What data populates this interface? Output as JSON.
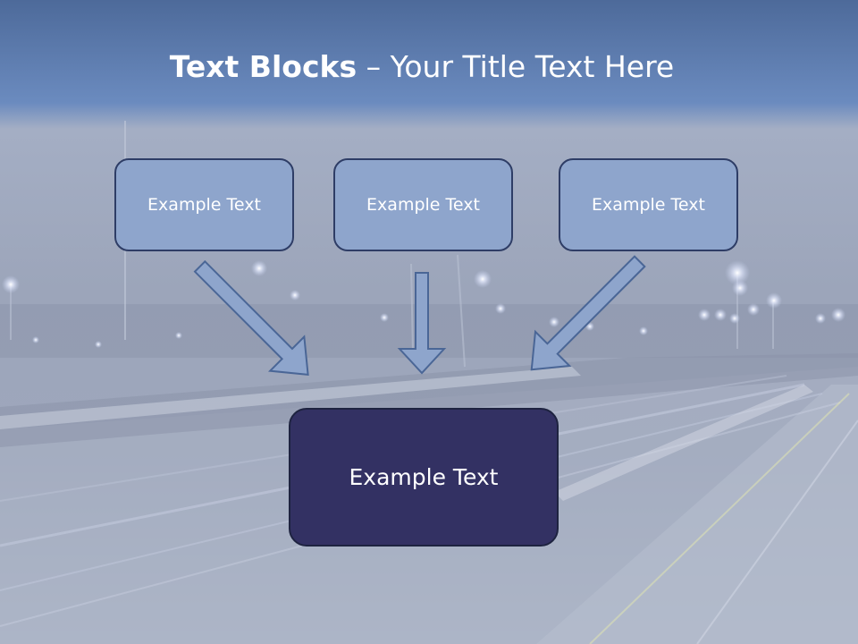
{
  "slide": {
    "title_bold": "Text Blocks",
    "title_dash": " – ",
    "title_rest": "Your Title Text Here"
  },
  "blocks": {
    "left": "Example Text",
    "middle": "Example Text",
    "right": "Example Text",
    "main": "Example Text"
  },
  "colors": {
    "header_band": "#5b7aab",
    "box_fill": "#8ea5cc",
    "box_border": "#2e3d66",
    "main_fill": "#333163",
    "arrow_fill": "#8ea5cc",
    "arrow_border": "#4a6696"
  }
}
